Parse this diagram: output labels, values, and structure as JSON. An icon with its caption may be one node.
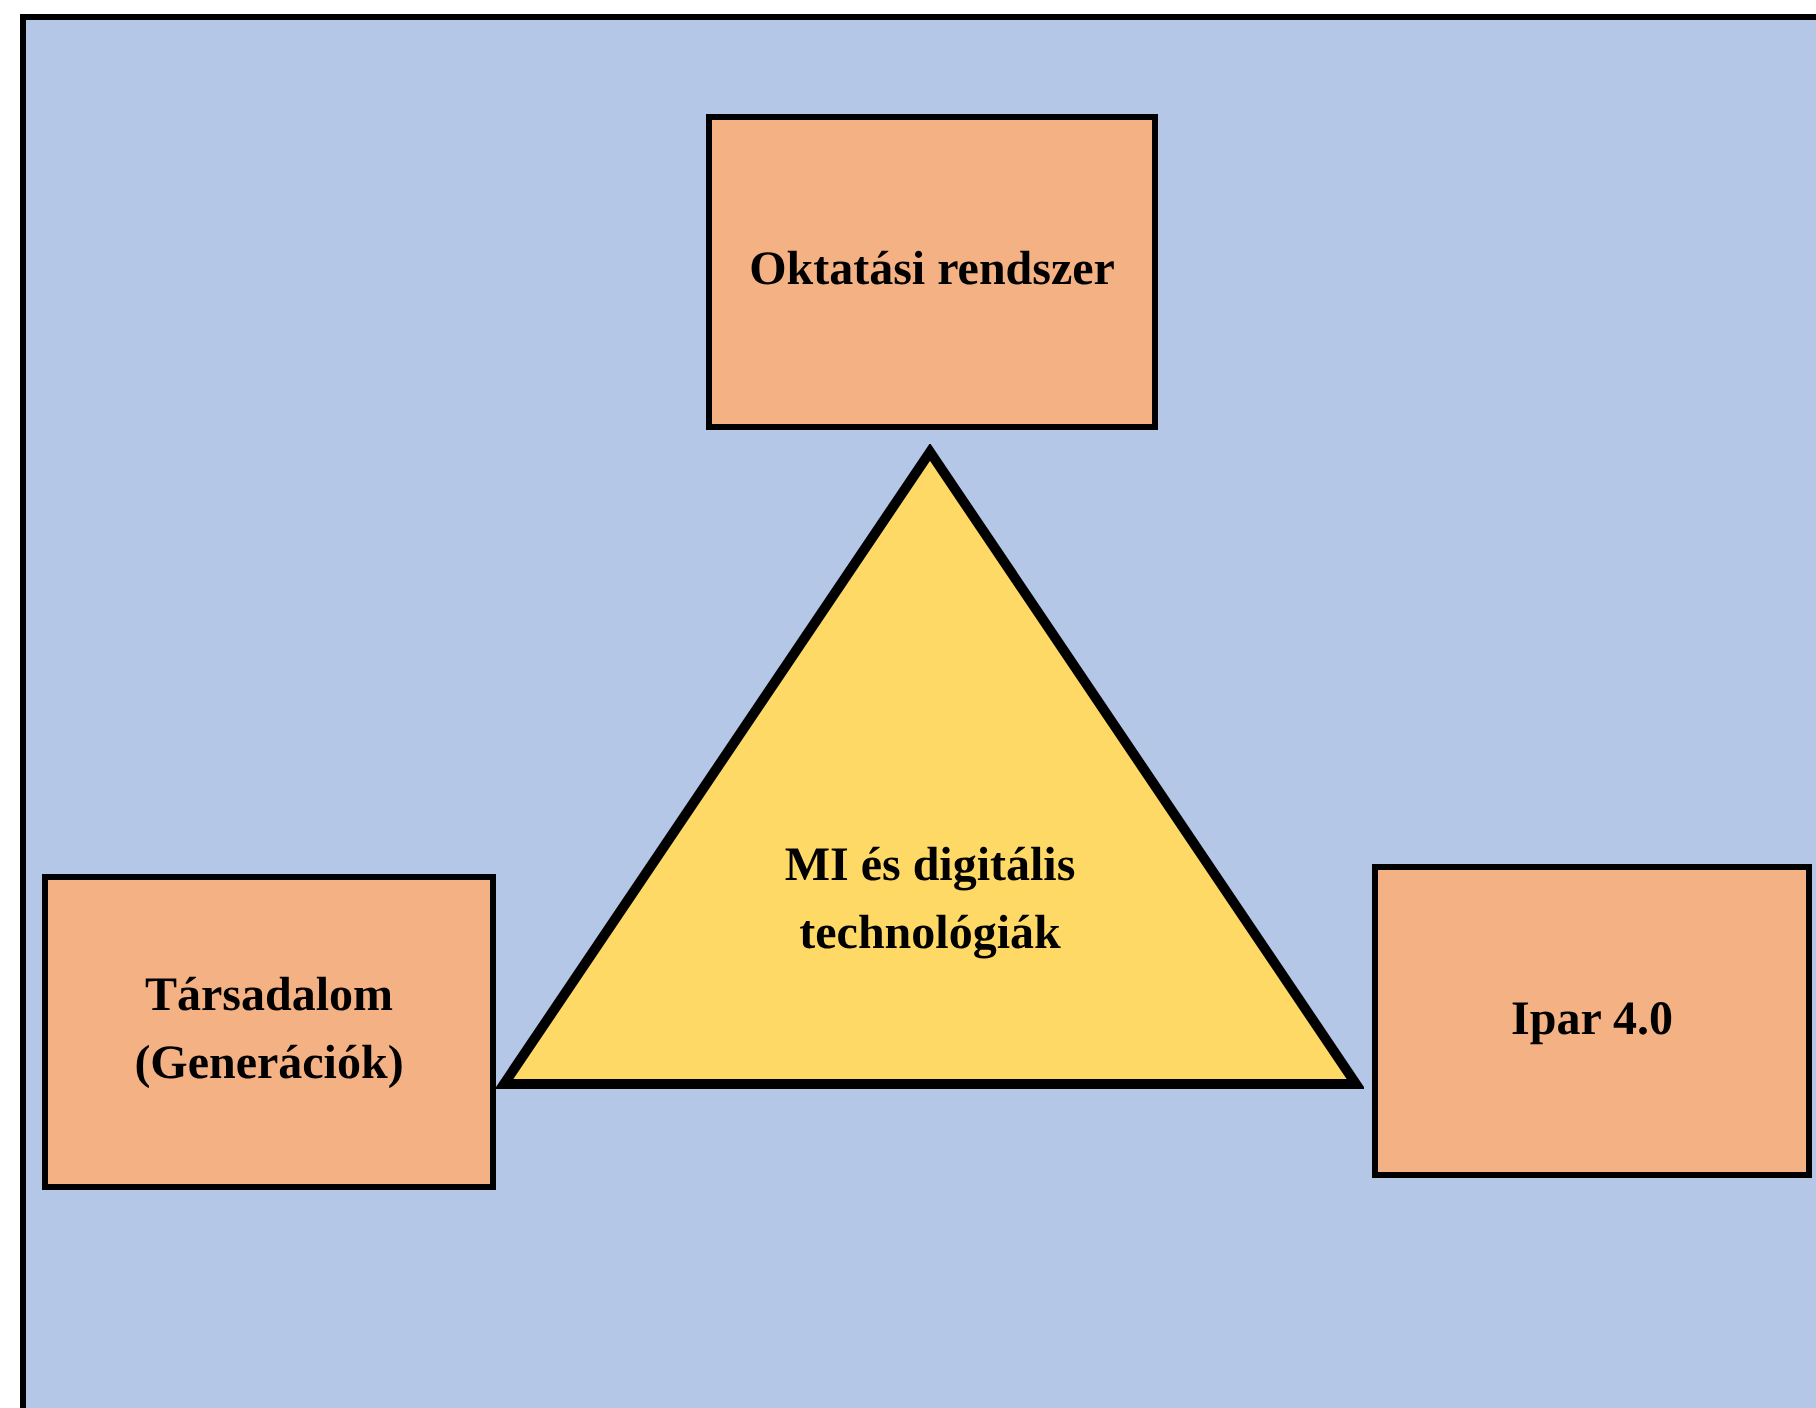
{
  "diagram": {
    "nodes": [
      {
        "text": [
          "Oktatási rendszer"
        ]
      },
      {
        "text": [
          "MI és digitális technológiák"
        ]
      },
      {
        "text": [
          "Társadalom (Generációk)"
        ]
      },
      {
        "text": [
          "Ipar 4.0"
        ]
      }
    ]
  }
}
